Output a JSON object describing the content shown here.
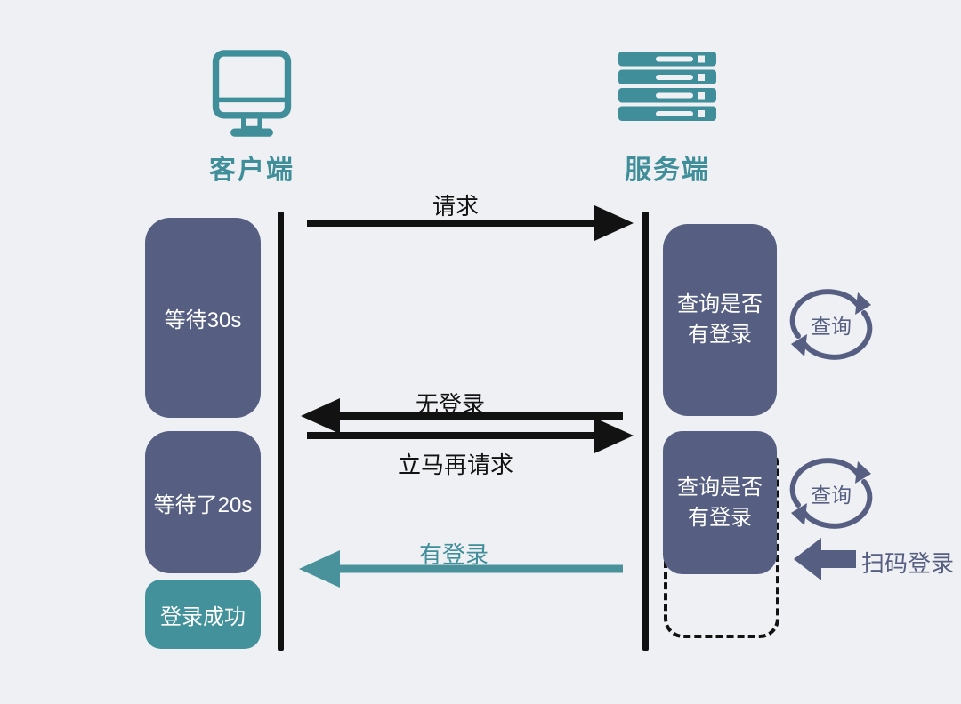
{
  "palette": {
    "teal": "#3f8e99",
    "slate": "#565f82",
    "black": "#121212",
    "background": "#eef0f3",
    "box_text": "#ffffff"
  },
  "actors": {
    "client": {
      "label": "客户端",
      "icon": "monitor-icon"
    },
    "server": {
      "label": "服务端",
      "icon": "server-rack-icon"
    }
  },
  "client_steps": [
    {
      "label": "等待30s",
      "variant": "slate"
    },
    {
      "label": "等待了20s",
      "variant": "slate"
    },
    {
      "label": "登录成功",
      "variant": "teal"
    }
  ],
  "server_steps": [
    {
      "line1": "查询是否",
      "line2": "有登录",
      "loop_label": "查询"
    },
    {
      "line1": "查询是否",
      "line2": "有登录",
      "loop_label": "查询"
    }
  ],
  "messages": [
    {
      "label": "请求",
      "direction": "right",
      "color": "black"
    },
    {
      "label": "无登录",
      "direction": "left",
      "color": "black"
    },
    {
      "label": "立马再请求",
      "direction": "right",
      "color": "black"
    },
    {
      "label": "有登录",
      "direction": "left",
      "color": "teal"
    }
  ],
  "scan_login": {
    "label": "扫码登录",
    "icon": "block-arrow-left-icon"
  }
}
